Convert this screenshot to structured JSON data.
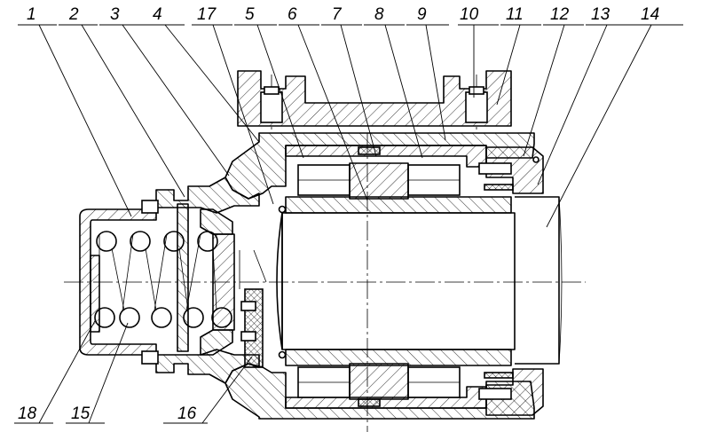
{
  "callouts": {
    "top": [
      {
        "id": "p1",
        "text": "1"
      },
      {
        "id": "p2",
        "text": "2"
      },
      {
        "id": "p3",
        "text": "3"
      },
      {
        "id": "p4",
        "text": "4"
      },
      {
        "id": "p17",
        "text": "17"
      },
      {
        "id": "p5",
        "text": "5"
      },
      {
        "id": "p6",
        "text": "6"
      },
      {
        "id": "p7",
        "text": "7"
      },
      {
        "id": "p8",
        "text": "8"
      },
      {
        "id": "p9",
        "text": "9"
      },
      {
        "id": "p10",
        "text": "10"
      },
      {
        "id": "p11",
        "text": "11"
      },
      {
        "id": "p12",
        "text": "12"
      },
      {
        "id": "p13",
        "text": "13"
      },
      {
        "id": "p14",
        "text": "14"
      }
    ],
    "bottom": [
      {
        "id": "p18",
        "text": "18"
      },
      {
        "id": "p15",
        "text": "15"
      },
      {
        "id": "p16",
        "text": "16"
      }
    ]
  }
}
